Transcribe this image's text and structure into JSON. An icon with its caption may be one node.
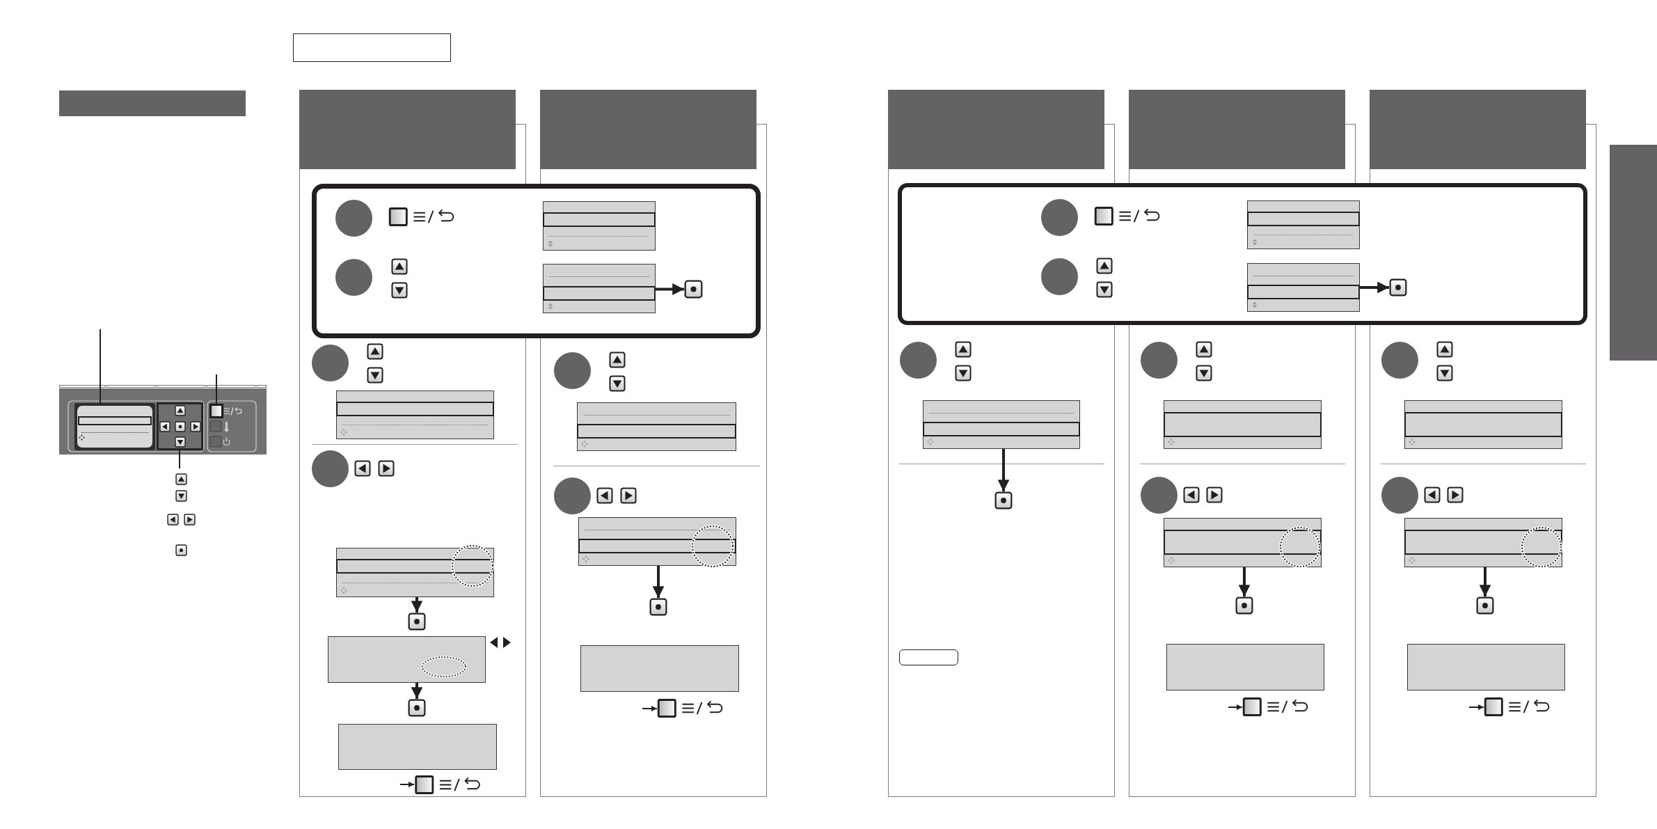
{
  "diagram": {
    "nodes": [
      {
        "text": [],
        "shape": "bar"
      },
      {
        "text": [],
        "shape": "picture"
      },
      {
        "text": [],
        "shape": "box",
        "in": 1
      },
      {
        "text": [],
        "shape": "box",
        "in": 1
      },
      {
        "text": [],
        "shape": "box",
        "in": 1
      },
      {
        "text": [],
        "shape": "box"
      },
      {
        "text": [],
        "shape": "box"
      },
      {
        "text": [],
        "shape": "box"
      },
      {
        "text": [],
        "shape": "box"
      },
      {
        "text": [],
        "shape": "box"
      },
      {
        "text": [],
        "shape": "box"
      },
      {
        "text": [],
        "shape": "box"
      },
      {
        "text": [],
        "shape": "box"
      },
      {
        "text": [],
        "shape": "box"
      },
      {
        "text": [],
        "shape": "box"
      },
      {
        "text": [],
        "shape": "box"
      },
      {
        "text": [],
        "shape": "box"
      },
      {
        "text": [],
        "shape": "box"
      },
      {
        "text": [],
        "shape": "box"
      },
      {
        "text": [],
        "shape": "box"
      },
      {
        "text": [],
        "shape": "box"
      },
      {
        "text": [],
        "shape": "box"
      },
      {
        "text": [],
        "shape": "box"
      },
      {
        "text": [],
        "shape": "box"
      },
      {
        "text": [],
        "shape": "box"
      },
      {
        "text": [],
        "shape": "box"
      },
      {
        "text": [],
        "shape": "box"
      },
      {
        "text": [],
        "shape": "box"
      },
      {
        "text": [],
        "shape": "box"
      },
      {
        "text": [],
        "shape": "box"
      },
      {
        "text": [],
        "shape": "box"
      },
      {
        "text": [],
        "shape": "box"
      },
      {
        "text": [],
        "shape": "box"
      },
      {
        "text": [],
        "shape": "box"
      },
      {
        "text": [],
        "shape": "box"
      },
      {
        "text": [],
        "shape": "bar"
      }
    ],
    "edges": [
      {
        "from": null,
        "to": 2,
        "arrow": "none"
      },
      {
        "from": null,
        "to": 3,
        "arrow": "none"
      },
      {
        "from": null,
        "to": 4,
        "arrow": "none"
      },
      {
        "from": 6,
        "to": 7,
        "arrow": "to"
      },
      {
        "from": 9,
        "to": 10,
        "arrow": "to"
      },
      {
        "from": 11,
        "to": 12,
        "arrow": "to"
      },
      {
        "from": null,
        "to": 14,
        "arrow": "to"
      },
      {
        "from": 16,
        "to": 17,
        "arrow": "to"
      },
      {
        "from": null,
        "to": 19,
        "arrow": "to"
      },
      {
        "from": 21,
        "to": 22,
        "arrow": "to"
      },
      {
        "from": 23,
        "to": 24,
        "arrow": "to"
      },
      {
        "from": 26,
        "to": 27,
        "arrow": "to"
      },
      {
        "from": null,
        "to": 29,
        "arrow": "to"
      },
      {
        "from": 31,
        "to": 32,
        "arrow": "to"
      },
      {
        "from": null,
        "to": 34,
        "arrow": "to"
      }
    ]
  }
}
